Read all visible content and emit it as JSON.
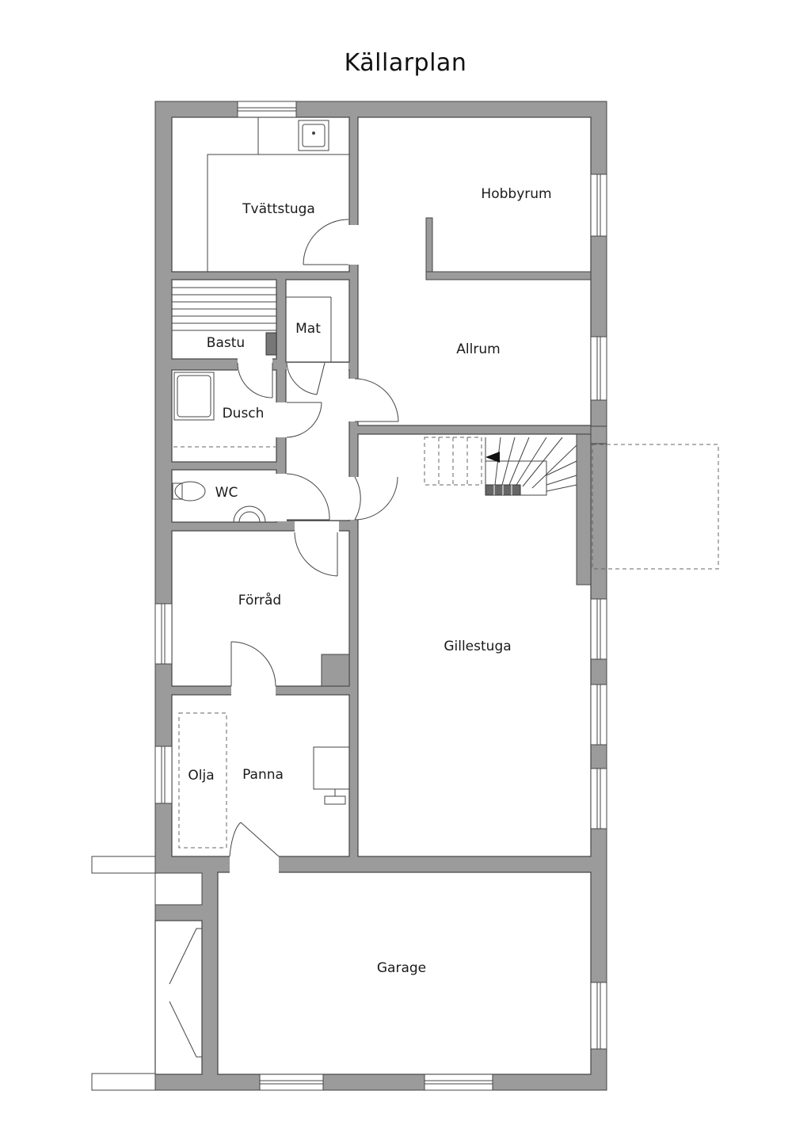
{
  "title": "Källarplan",
  "rooms": {
    "tvattstuga": "Tvättstuga",
    "hobbyrum": "Hobbyrum",
    "bastu": "Bastu",
    "mat": "Mat",
    "allrum": "Allrum",
    "dusch": "Dusch",
    "wc": "WC",
    "forrad": "Förråd",
    "gillestuga": "Gillestuga",
    "olja": "Olja",
    "panna": "Panna",
    "garage": "Garage"
  },
  "colors": {
    "wall": "#9b9b9b",
    "line": "#444444",
    "background": "#ffffff"
  }
}
